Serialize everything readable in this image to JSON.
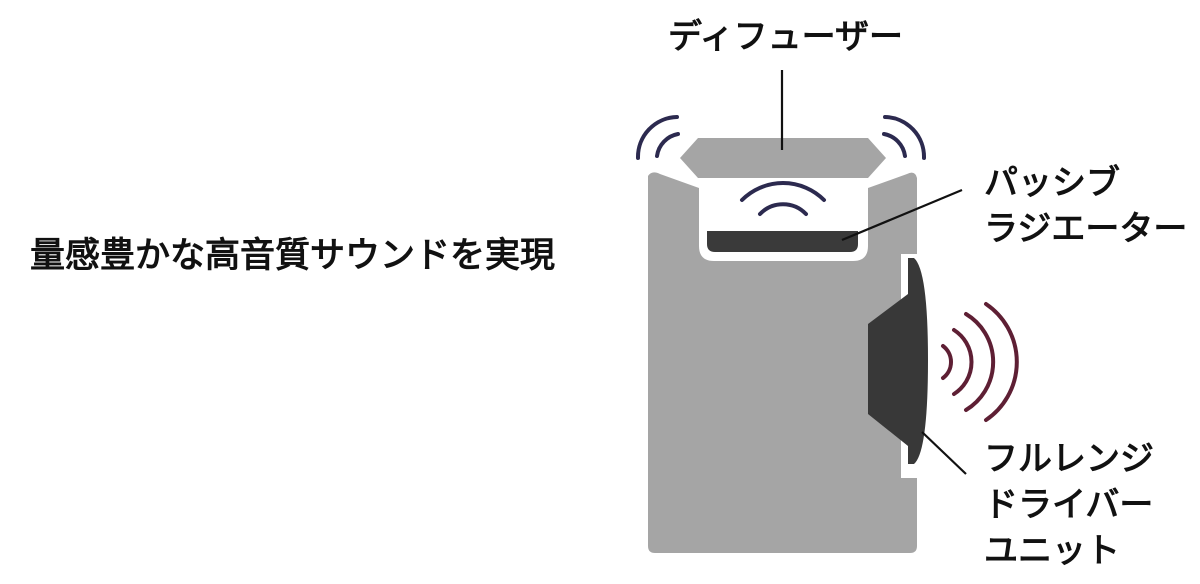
{
  "headline": "量感豊かな高音質サウンドを実現",
  "labels": {
    "diffuser": "ディフューザー",
    "passive_radiator": [
      "パッシブ",
      "ラジエーター"
    ],
    "full_range_driver": [
      "フルレンジ",
      "ドライバー",
      "ユニット"
    ]
  },
  "colors": {
    "body": "#a5a5a5",
    "driver": "#383838",
    "radiator": "#3a3a3a",
    "sound_waves_top": "#2c2a4f",
    "sound_waves_side": "#5e1f34",
    "leader_line": "#111111"
  }
}
